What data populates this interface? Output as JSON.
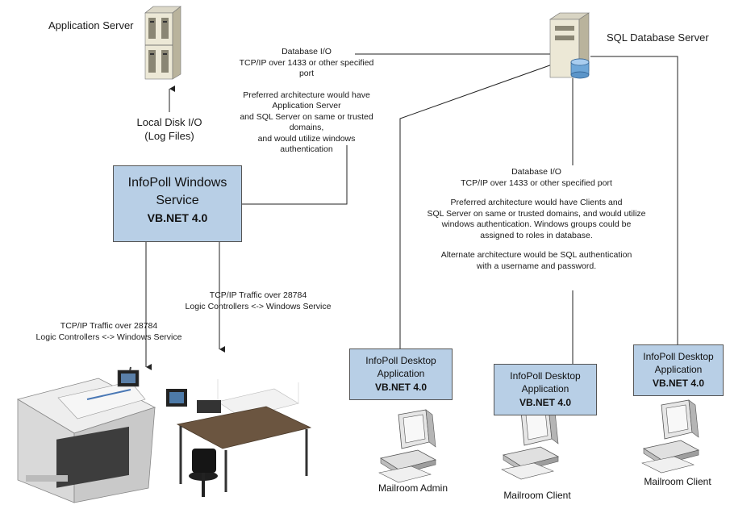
{
  "app_server": {
    "label": "Application Server"
  },
  "sql_server": {
    "label": "SQL Database Server"
  },
  "db_note_top": {
    "lines": [
      "Database I/O",
      "TCP/IP over 1433 or other specified port"
    ],
    "para": [
      "Preferred architecture would have",
      "Application Server",
      "and SQL Server on same or trusted domains,",
      "and would utilize windows authentication"
    ]
  },
  "local_disk": {
    "line1": "Local Disk I/O",
    "line2": "(Log Files)"
  },
  "service_box": {
    "line1": "InfoPoll Windows",
    "line2": "Service",
    "version": "VB.NET 4.0"
  },
  "tcp_right": {
    "line1": "TCP/IP Traffic over 28784",
    "line2": "Logic Controllers <-> Windows Service"
  },
  "tcp_left": {
    "line1": "TCP/IP Traffic over 28784",
    "line2": "Logic Controllers <-> Windows Service"
  },
  "db_note_right": {
    "lines": [
      "Database I/O",
      "TCP/IP over 1433 or other specified port"
    ],
    "para1": [
      "Preferred architecture would have Clients and",
      "SQL Server on same or trusted domains, and would utilize",
      "windows authentication.  Windows groups could be",
      "assigned to roles in database."
    ],
    "para2": [
      "Alternate architecture would be SQL authentication",
      "with a username and password."
    ]
  },
  "desktop_apps": [
    {
      "line1": "InfoPoll Desktop",
      "line2": "Application",
      "version": "VB.NET 4.0",
      "caption": "Mailroom Admin"
    },
    {
      "line1": "InfoPoll Desktop",
      "line2": "Application",
      "version": "VB.NET 4.0",
      "caption": "Mailroom Client"
    },
    {
      "line1": "InfoPoll Desktop",
      "line2": "Application",
      "version": "VB.NET 4.0",
      "caption": "Mailroom Client"
    }
  ],
  "colors": {
    "box_fill": "#b8cfe6",
    "box_border": "#555555",
    "line": "#222222"
  },
  "icons": [
    "server-tower-icon",
    "database-server-icon",
    "desktop-computer-icon",
    "mail-sorter-machine-icon",
    "mailroom-workstation-icon"
  ]
}
